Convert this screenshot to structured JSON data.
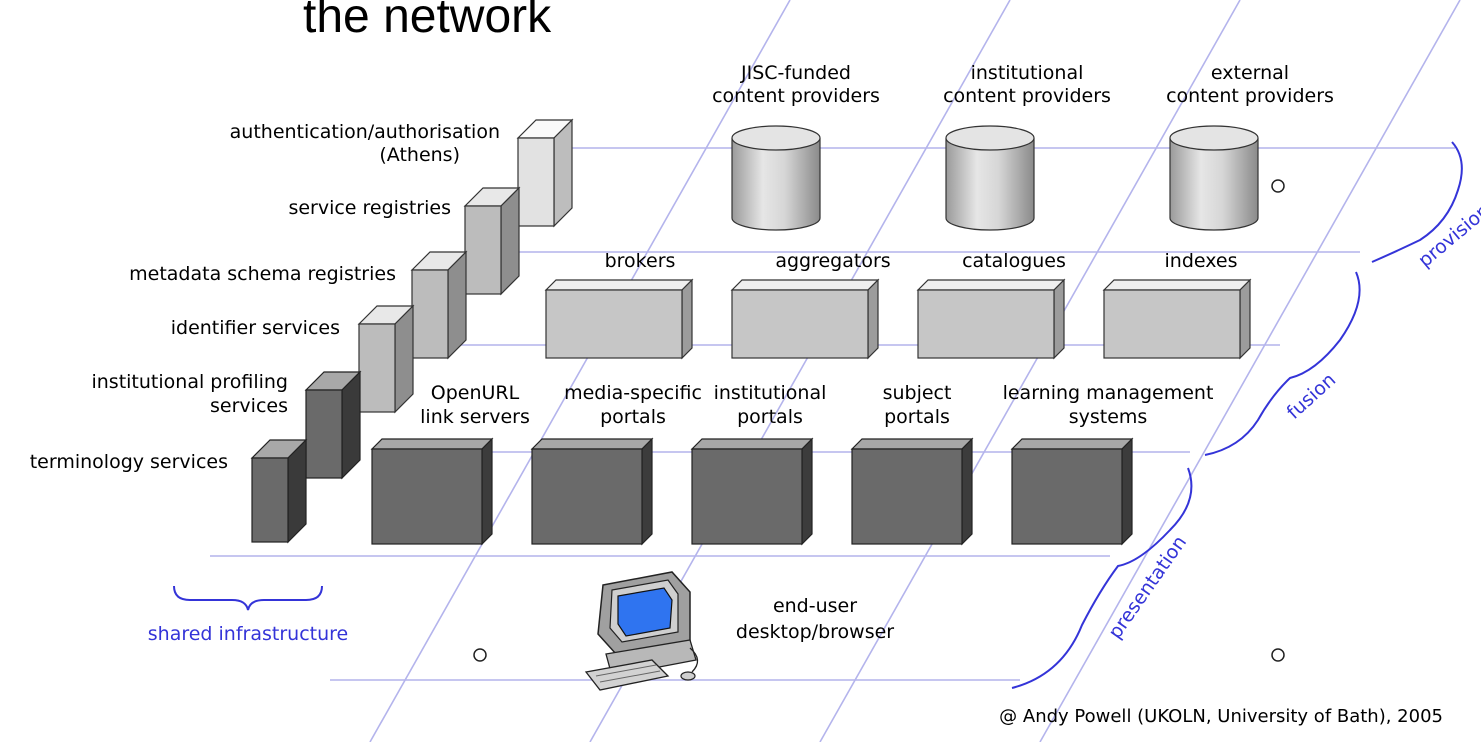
{
  "title": "the network",
  "providers": [
    {
      "label_line1": "JISC-funded",
      "label_line2": "content providers"
    },
    {
      "label_line1": "institutional",
      "label_line2": "content providers"
    },
    {
      "label_line1": "external",
      "label_line2": "content providers"
    }
  ],
  "fusion_services": [
    "brokers",
    "aggregators",
    "catalogues",
    "indexes"
  ],
  "presentation_services": [
    {
      "label_line1": "OpenURL",
      "label_line2": "link servers"
    },
    {
      "label_line1": "media-specific",
      "label_line2": "portals"
    },
    {
      "label_line1": "institutional",
      "label_line2": "portals"
    },
    {
      "label_line1": "subject",
      "label_line2": "portals"
    },
    {
      "label_line1": "learning management",
      "label_line2": "systems"
    }
  ],
  "shared_services": [
    {
      "label_line1": "authentication/authorisation",
      "label_line2": "(Athens)"
    },
    {
      "label_line1": "service registries",
      "label_line2": ""
    },
    {
      "label_line1": "metadata schema registries",
      "label_line2": ""
    },
    {
      "label_line1": "identifier services",
      "label_line2": ""
    },
    {
      "label_line1": "institutional profiling",
      "label_line2": "services"
    },
    {
      "label_line1": "terminology services",
      "label_line2": ""
    }
  ],
  "layers": {
    "provision": "provision",
    "fusion": "fusion",
    "presentation": "presentation",
    "shared_infrastructure": "shared infrastructure"
  },
  "end_user": {
    "label_line1": "end-user",
    "label_line2": "desktop/browser"
  },
  "credit": "@ Andy Powell (UKOLN, University of Bath), 2005",
  "colors": {
    "layer_accent": "#3434d8",
    "grid_lines": "#b4b4ec",
    "dark_box": "#6a6a6a",
    "mid_box": "#b8b8b8",
    "light_box": "#dedede",
    "screen": "#2f74f0"
  }
}
